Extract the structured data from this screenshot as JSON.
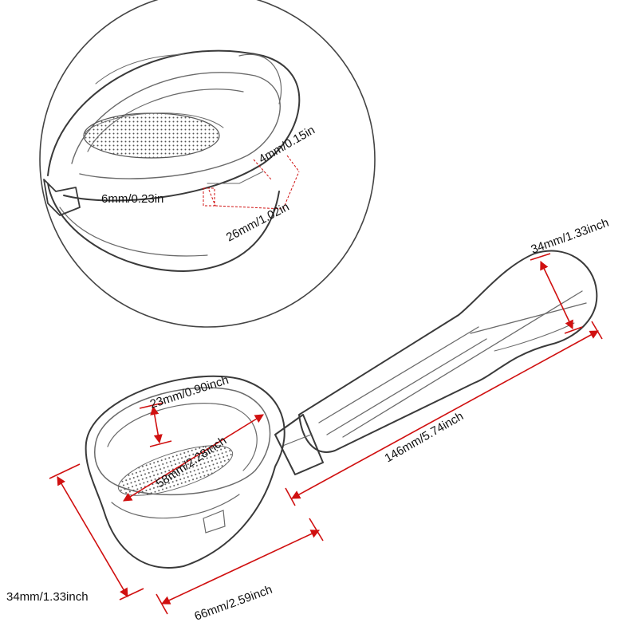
{
  "labels": {
    "wall_thickness": "4mm/0.15in",
    "spout_gap": "6mm/0.23in",
    "rim_width": "26mm/1.02in",
    "handle_diameter": "34mm/1.33inch",
    "basket_depth": "23mm/0.90inch",
    "basket_inner_diameter": "58mm/2.28inch",
    "total_length": "146mm/5.74inch",
    "cup_height": "34mm/1.33inch",
    "cup_outer_diameter": "66mm/2.59inch"
  },
  "colors": {
    "dimension_line": "#d01010",
    "outline": "#3a3a3a"
  }
}
